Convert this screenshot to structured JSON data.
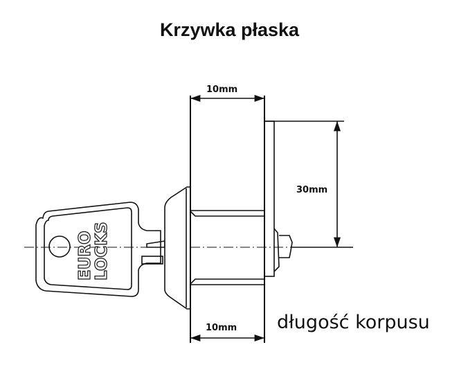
{
  "title": "Krzywka płaska",
  "dimensions": {
    "top_width": "10mm",
    "height": "30mm",
    "bottom_width": "10mm"
  },
  "key_brand": {
    "line1": "EURO",
    "line2": "LOCKS"
  },
  "caption": "długość korpusu"
}
